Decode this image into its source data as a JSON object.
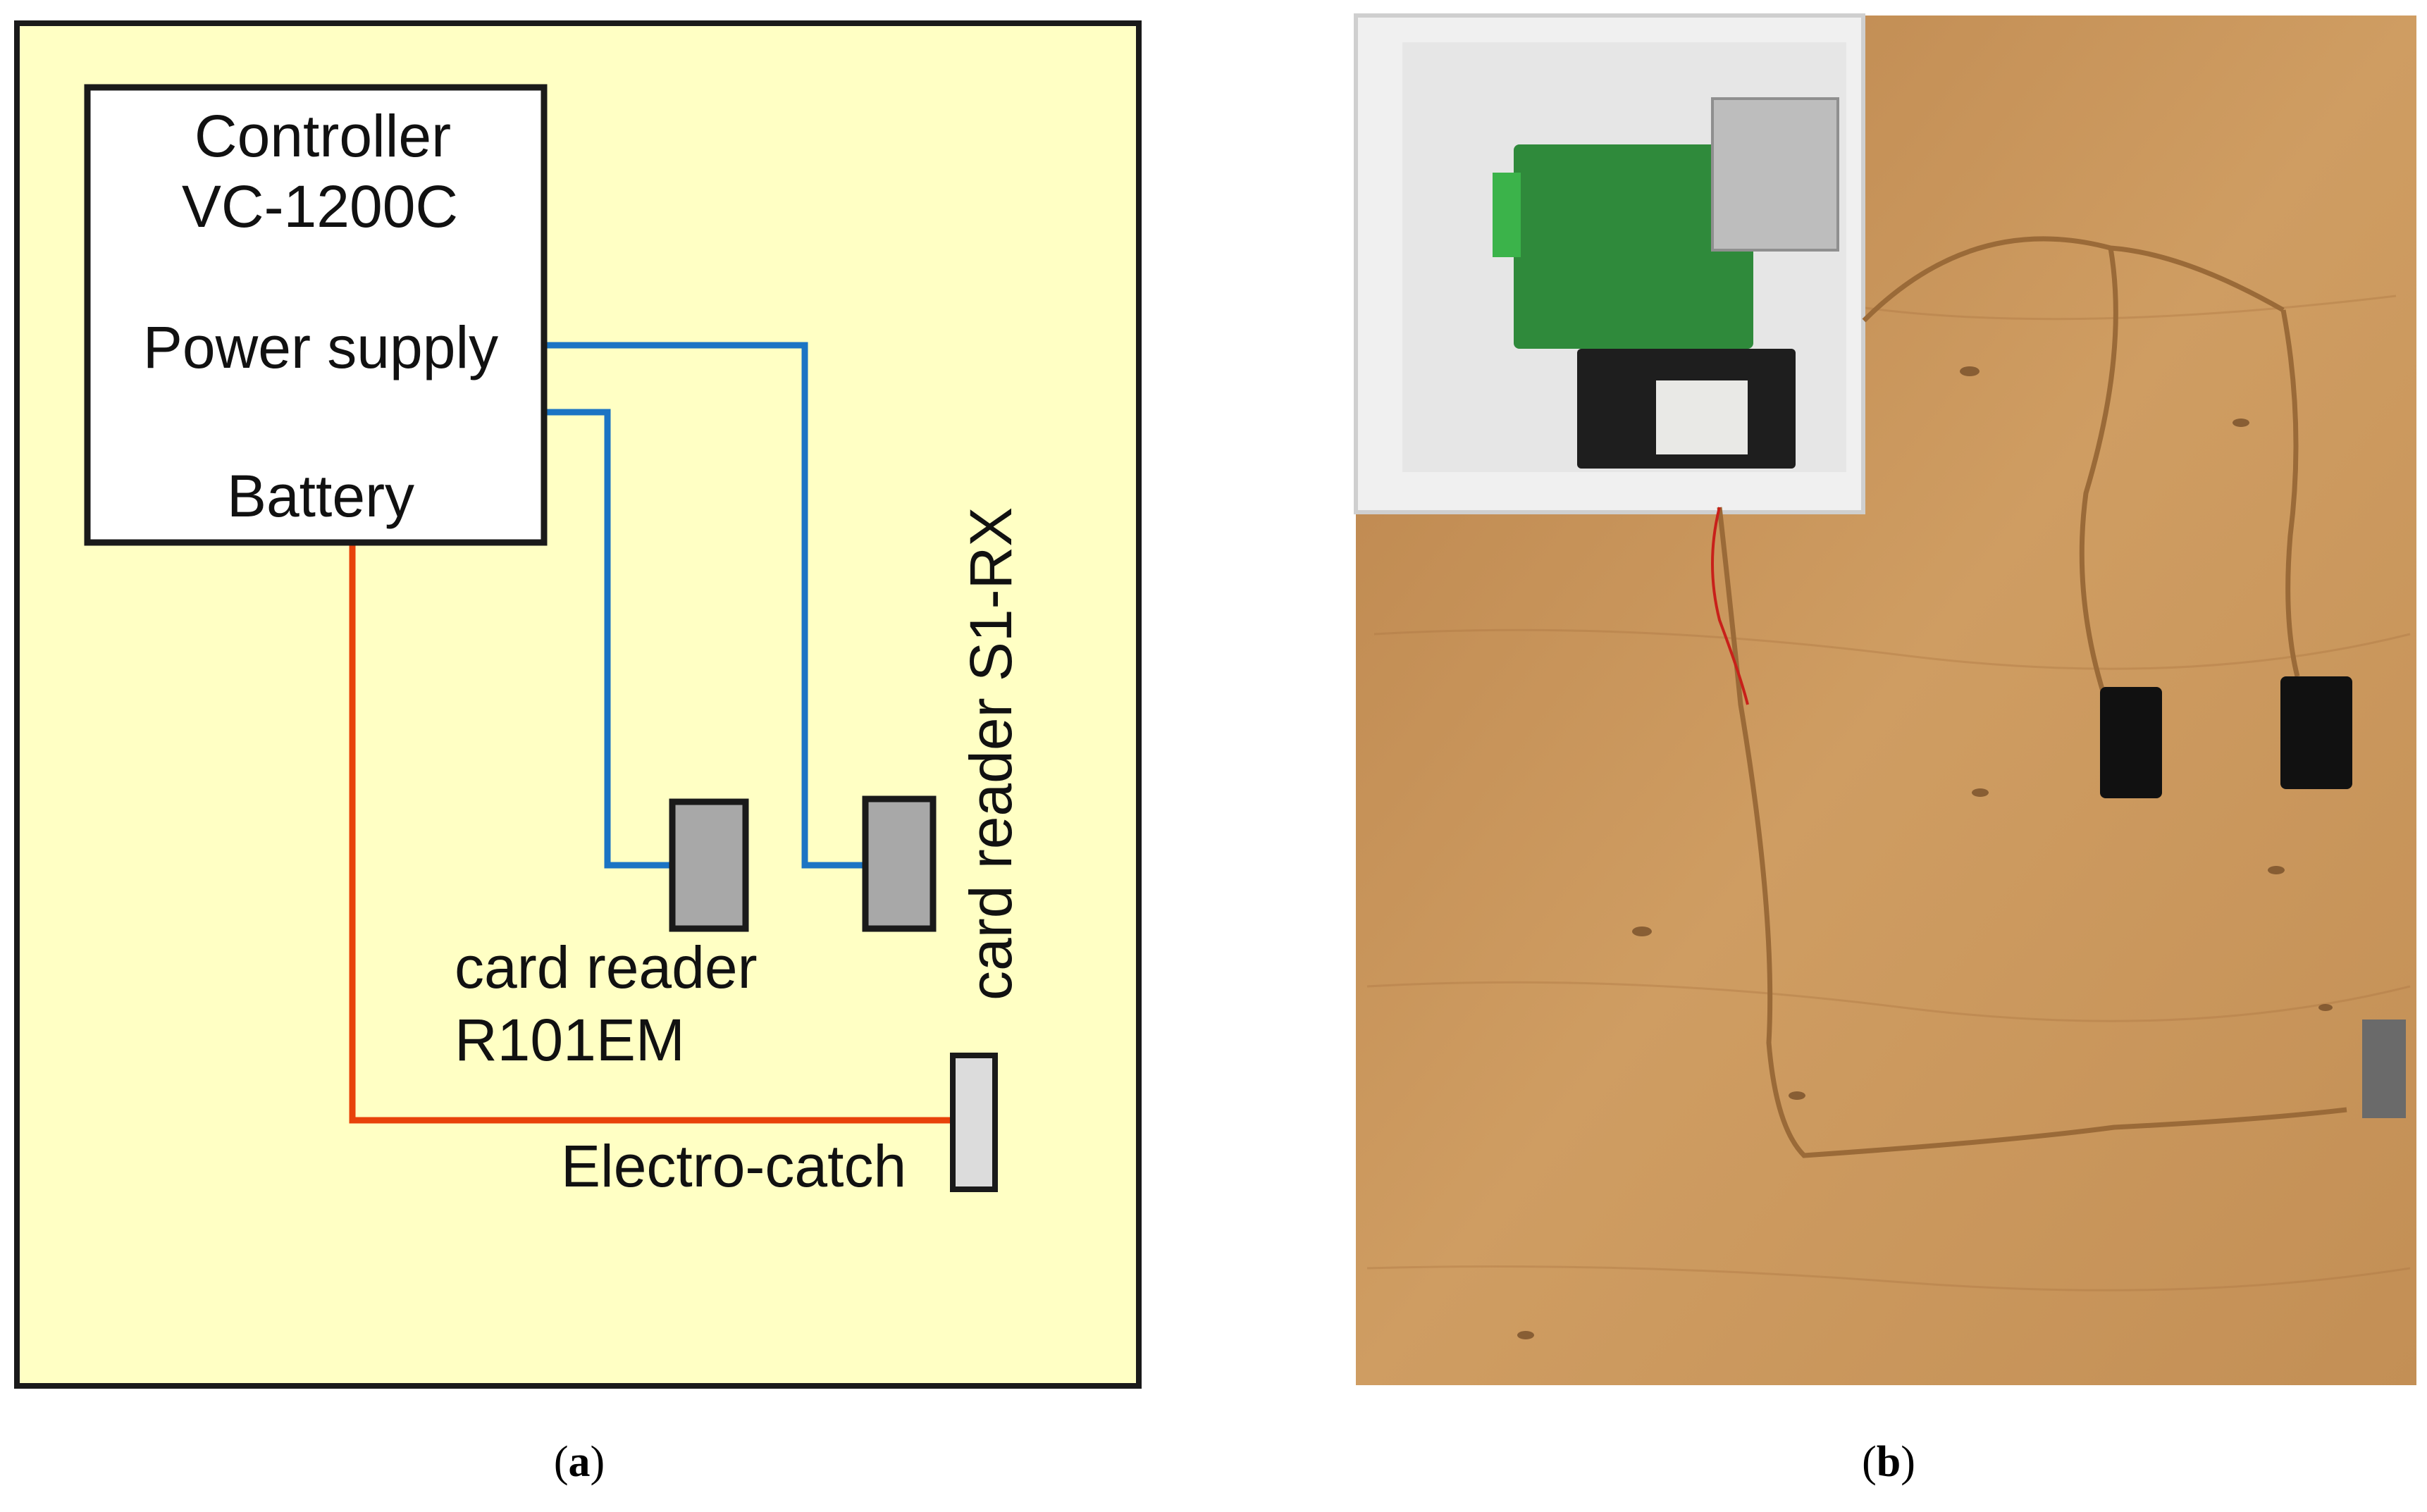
{
  "diagram": {
    "colors": {
      "panel_fill": "#ffffc4",
      "panel_stroke": "#1a1a1a",
      "controller_fill": "#ffffff",
      "reader_fill": "#a8a8a8",
      "catch_fill": "#dcdcdc",
      "power_wire": "#1b74c4",
      "battery_wire": "#e8420a"
    },
    "controller": {
      "line1": "Controller",
      "line2": "VC-1200C",
      "power": "Power supply",
      "battery": "Battery"
    },
    "reader1": {
      "line1": "card reader",
      "line2": "R101EM"
    },
    "reader2": {
      "label": "card reader S1-RX"
    },
    "catch": {
      "label": "Electro-catch"
    }
  },
  "photo": {
    "colors": {
      "wood": "#c8955a",
      "box": "#f2f2f2",
      "board": "#2e8b3a",
      "battery": "#1e1e1e",
      "psu": "#b9b9b9",
      "reader": "#111111",
      "wire": "#9a6a38",
      "wire_red": "#c8201a"
    }
  },
  "captions": {
    "a_open": "(",
    "a_letter": "a",
    "a_close": ")",
    "b_open": "(",
    "b_letter": "b",
    "b_close": ")"
  }
}
